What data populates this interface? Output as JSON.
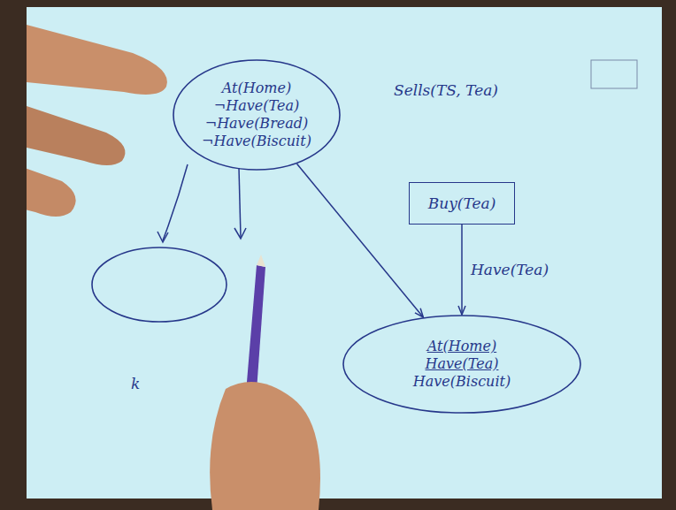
{
  "diagram": {
    "nodes": [
      {
        "text": [
          "At(Home)",
          "¬Have(Tea)",
          "¬Have(Bread)",
          "¬Have(Biscuit)"
        ]
      },
      {
        "text": [
          "Buy(Tea)"
        ]
      },
      {
        "text": [
          "At(Home)",
          "Have(Tea)",
          "Have(Biscuit)"
        ]
      }
    ],
    "edges": [
      {
        "from": 0,
        "to": 2,
        "arrow": "to"
      },
      {
        "from": 1,
        "to": 2,
        "label": "Have(Tea)",
        "arrow": "to"
      }
    ],
    "labels": [
      "Sells(TS, Tea)",
      "k"
    ]
  }
}
